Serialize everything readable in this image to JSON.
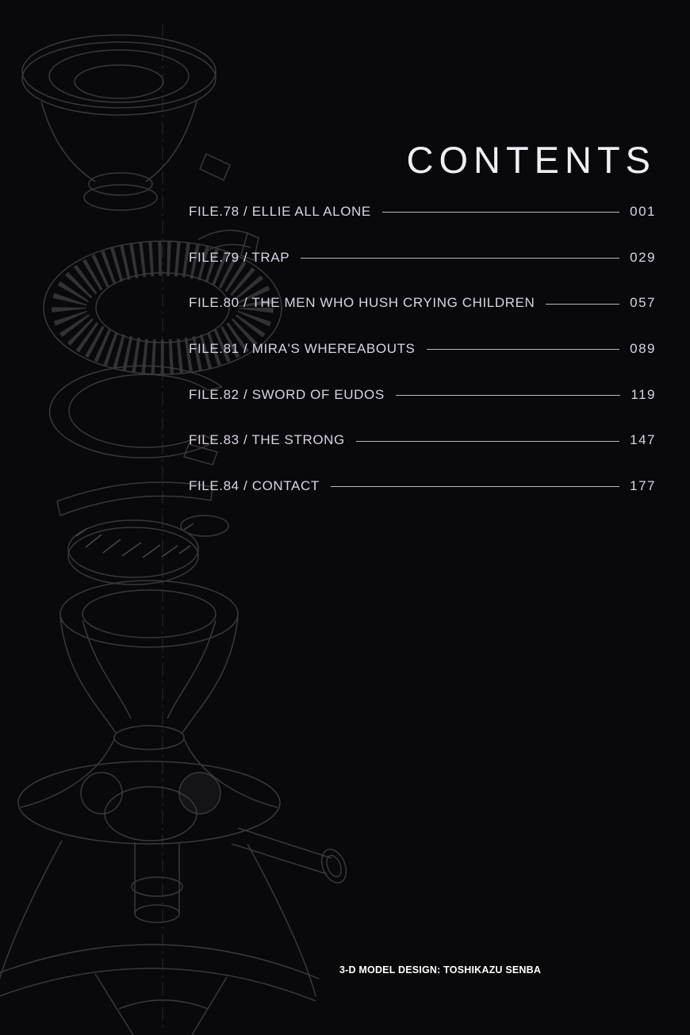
{
  "page": {
    "title": "CONTENTS",
    "credit": "3-D MODEL DESIGN: TOSHIKAZU SENBA"
  },
  "toc": {
    "entries": [
      {
        "label": "FILE.78 / ELLIE ALL ALONE",
        "page": "001"
      },
      {
        "label": "FILE.79 / TRAP",
        "page": "029"
      },
      {
        "label": "FILE.80 / THE MEN WHO HUSH CRYING CHILDREN",
        "page": "057"
      },
      {
        "label": "FILE.81 / MIRA'S WHEREABOUTS",
        "page": "089"
      },
      {
        "label": "FILE.82 / SWORD OF EUDOS",
        "page": "119"
      },
      {
        "label": "FILE.83 / THE STRONG",
        "page": "147"
      },
      {
        "label": "FILE.84 / CONTACT",
        "page": "177"
      }
    ]
  },
  "illustration": {
    "description": "exploded wireframe 3-d model of mechanical assembly"
  },
  "colors": {
    "background": "#09080a",
    "text": "#ddd2e5",
    "title": "#f3edf7",
    "leader_line": "#bfb4ca",
    "wireframe": "#3a383c",
    "credit": "#ffffff"
  }
}
